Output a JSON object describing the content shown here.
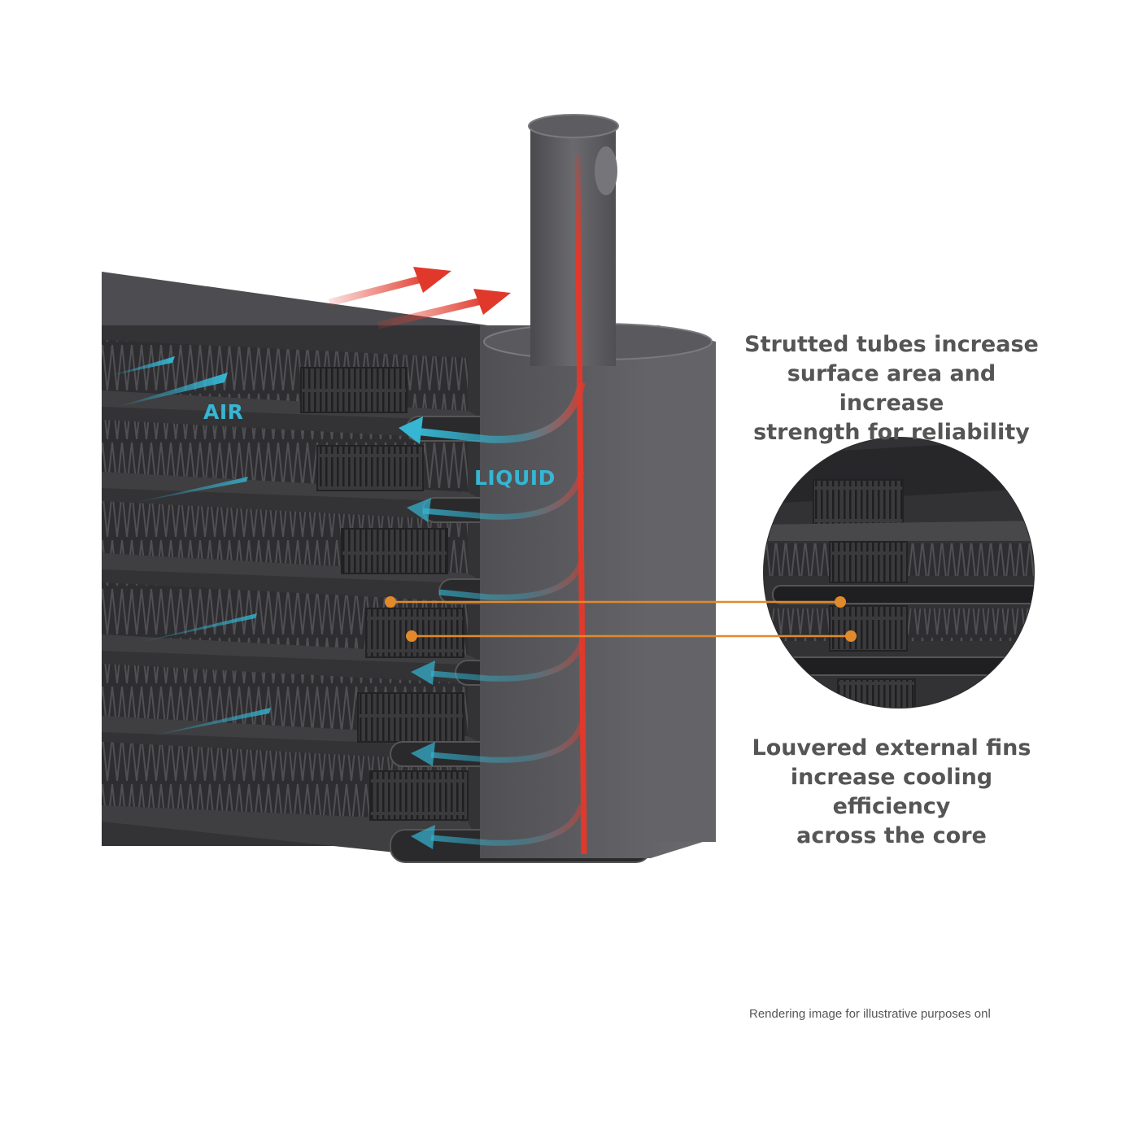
{
  "labels": {
    "air": "AIR",
    "liquid": "LIQUID"
  },
  "callouts": {
    "strutted_tubes": {
      "lines": [
        "Strutted tubes increase",
        "surface area and increase",
        "strength for reliability"
      ]
    },
    "louvered_fins": {
      "lines": [
        "Louvered external fins",
        "increase cooling efficiency",
        "across the core"
      ]
    }
  },
  "footnote": "Rendering image for illustrative purposes onl",
  "colors": {
    "background": "#ffffff",
    "core_dark": "#2b2b2d",
    "core_mid": "#4a4a4d",
    "tank": "#5a5a5e",
    "air_flow": "#35b6d3",
    "hot_flow": "#e0392b",
    "leader_line": "#e08a2c",
    "text": "#555555"
  },
  "icons": [
    "air-flow-arrow",
    "hot-air-arrow",
    "liquid-flow-arrow",
    "magnifier-circle",
    "leader-dot"
  ]
}
